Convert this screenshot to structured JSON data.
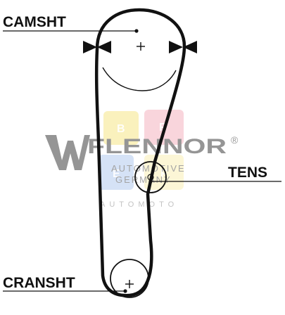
{
  "labels": {
    "camshaft": "CAMSHT",
    "tensioner": "TENS",
    "crankshaft": "CRANSHT"
  },
  "watermark": {
    "brand": "FLENNOR",
    "registered": "®",
    "line1": "AUTOMOTIVE",
    "line2": "GERMANY",
    "line3": "AUTOMOTO",
    "tiles": [
      "B",
      "F",
      "E",
      "F"
    ]
  },
  "colors": {
    "ink": "#111111",
    "watermark_gray": "#8a8a8a",
    "watermark_light": "#bdbdbd",
    "tile_yellow": "#f4e27a",
    "tile_pink": "#f2a9b8",
    "tile_blue": "#a9c4ec"
  },
  "icons": {
    "center_mark": "plus-sign",
    "timing_mark": "bowtie-arrows"
  }
}
